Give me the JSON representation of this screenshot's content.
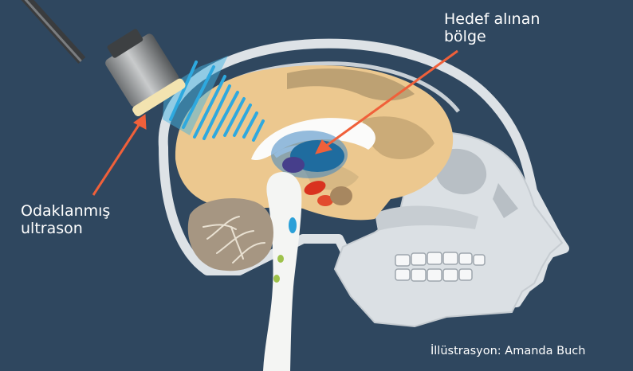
{
  "labels": {
    "target_line1": "Hedef alınan",
    "target_line2": "bölge",
    "ultrasound_line1": "Odaklanmış",
    "ultrasound_line2": "ultrason"
  },
  "credit": "İllüstrasyon: Amanda Buch",
  "colors": {
    "background": "#2f475f",
    "brain": "#ecc88f",
    "skull": "#e4e7ea",
    "target": "#1f6c9f",
    "beam": "#46b4e1",
    "arrow": "#f0603a",
    "cerebellum": "#a69682"
  }
}
